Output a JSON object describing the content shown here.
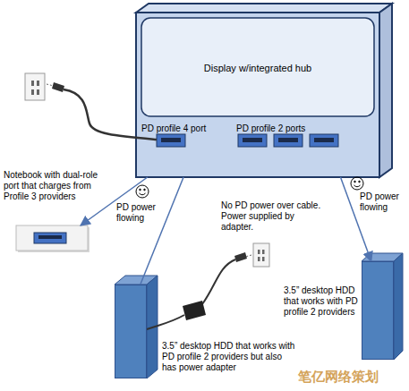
{
  "diagram": {
    "nodes": [
      {
        "text": [
          "Display w/integrated hub",
          "PD profile 4 port",
          "PD profile 2 ports"
        ]
      },
      {
        "text": [
          "Notebook with dual-role port that charges from Profile 3 providers"
        ]
      },
      {
        "text": [
          "3.5” desktop HDD that works with PD profile 2 providers but also has power adapter"
        ]
      },
      {
        "text": [
          "3.5” desktop HDD that works with PD profile 2 providers"
        ]
      }
    ],
    "edges": [
      {
        "from": 0,
        "to": 1,
        "label": "PD power flowing",
        "arrow": "to"
      },
      {
        "from": 0,
        "to": 2,
        "label": "No PD power over cable. Power supplied by adapter.",
        "arrow": "none"
      },
      {
        "from": 0,
        "to": 3,
        "label": "PD power flowing",
        "arrow": "to"
      }
    ],
    "labels": [
      "笔亿网络策划"
    ]
  }
}
